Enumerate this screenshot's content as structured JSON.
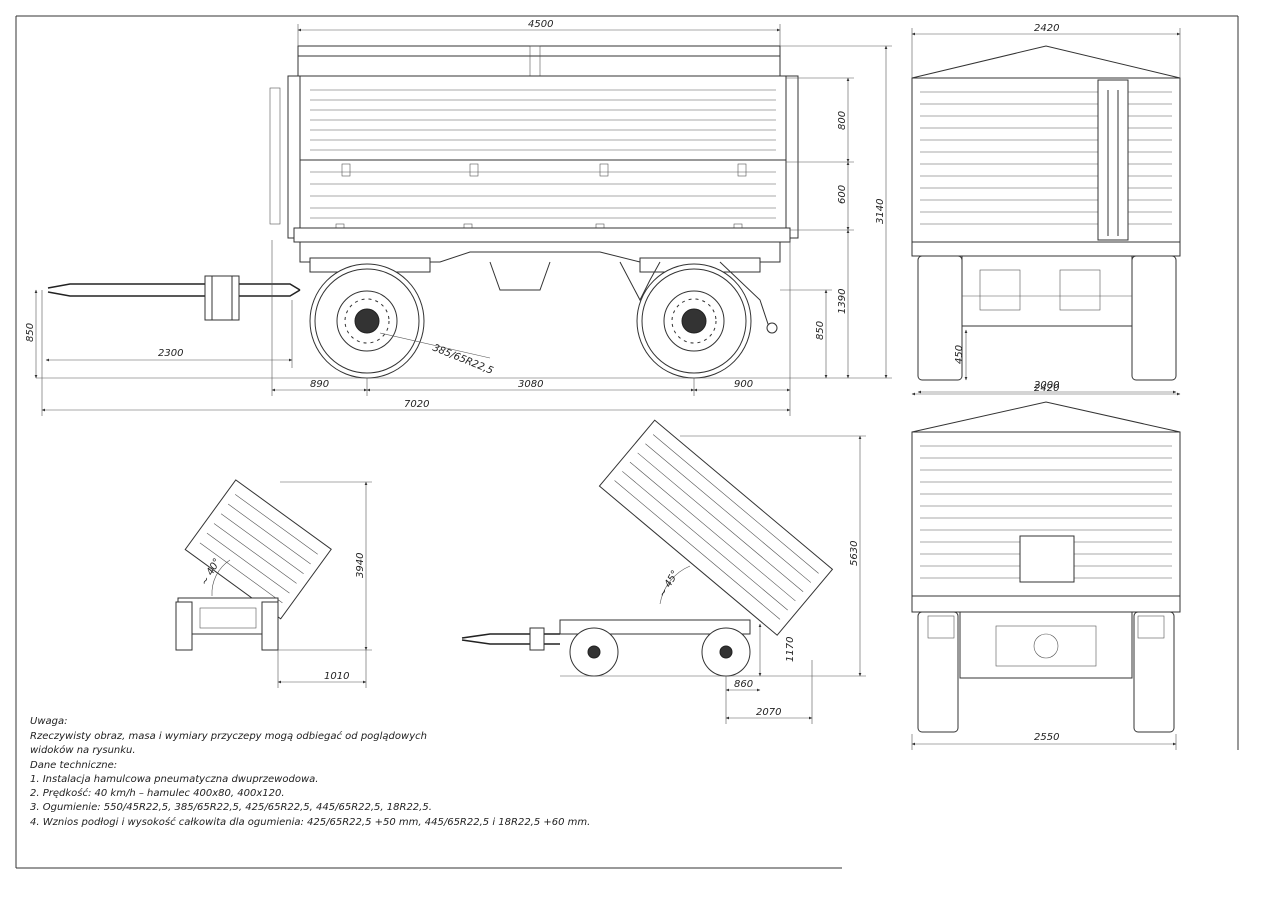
{
  "side_view": {
    "dim_length_box": "4500",
    "dim_overall_length": "7020",
    "dim_drawbar": "2300",
    "dim_front_overhang": "890",
    "dim_wheelbase": "3080",
    "dim_rear_overhang": "900",
    "dim_hitch_height": "850",
    "dim_upper_wall": "800",
    "dim_lower_wall": "600",
    "dim_total_height": "3140",
    "dim_floor_height": "1390",
    "dim_rear_height": "850",
    "tyre_label": "385/65R22,5"
  },
  "front_view": {
    "dim_width": "2420",
    "dim_track": "2000",
    "dim_ground": "450"
  },
  "rear_view": {
    "dim_width": "2420",
    "dim_tyres_width": "2550"
  },
  "side_tip_view": {
    "angle": "~ 40°",
    "dim_height": "3940",
    "dim_reach": "1010"
  },
  "rear_tip_view": {
    "angle": "~ 45°",
    "dim_height": "5630",
    "dim_hinge": "1170",
    "dim_offset_small": "860",
    "dim_offset_large": "2070"
  },
  "notes": {
    "heading": "Uwaga:",
    "line1": "Rzeczywisty obraz, masa i wymiary przyczepy mogą odbiegać od poglądowych",
    "line2": "widoków na rysunku.",
    "tech_heading": "Dane techniczne:",
    "item1": "1. Instalacja hamulcowa pneumatyczna dwuprzewodowa.",
    "item2": "2. Prędkość: 40 km/h – hamulec 400x80, 400x120.",
    "item3": "3. Ogumienie: 550/45R22,5, 385/65R22,5, 425/65R22,5, 445/65R22,5, 18R22,5.",
    "item4": "4. Wznios podłogi i wysokość całkowita dla ogumienia: 425/65R22,5 +50 mm, 445/65R22,5 i 18R22,5 +60 mm."
  }
}
